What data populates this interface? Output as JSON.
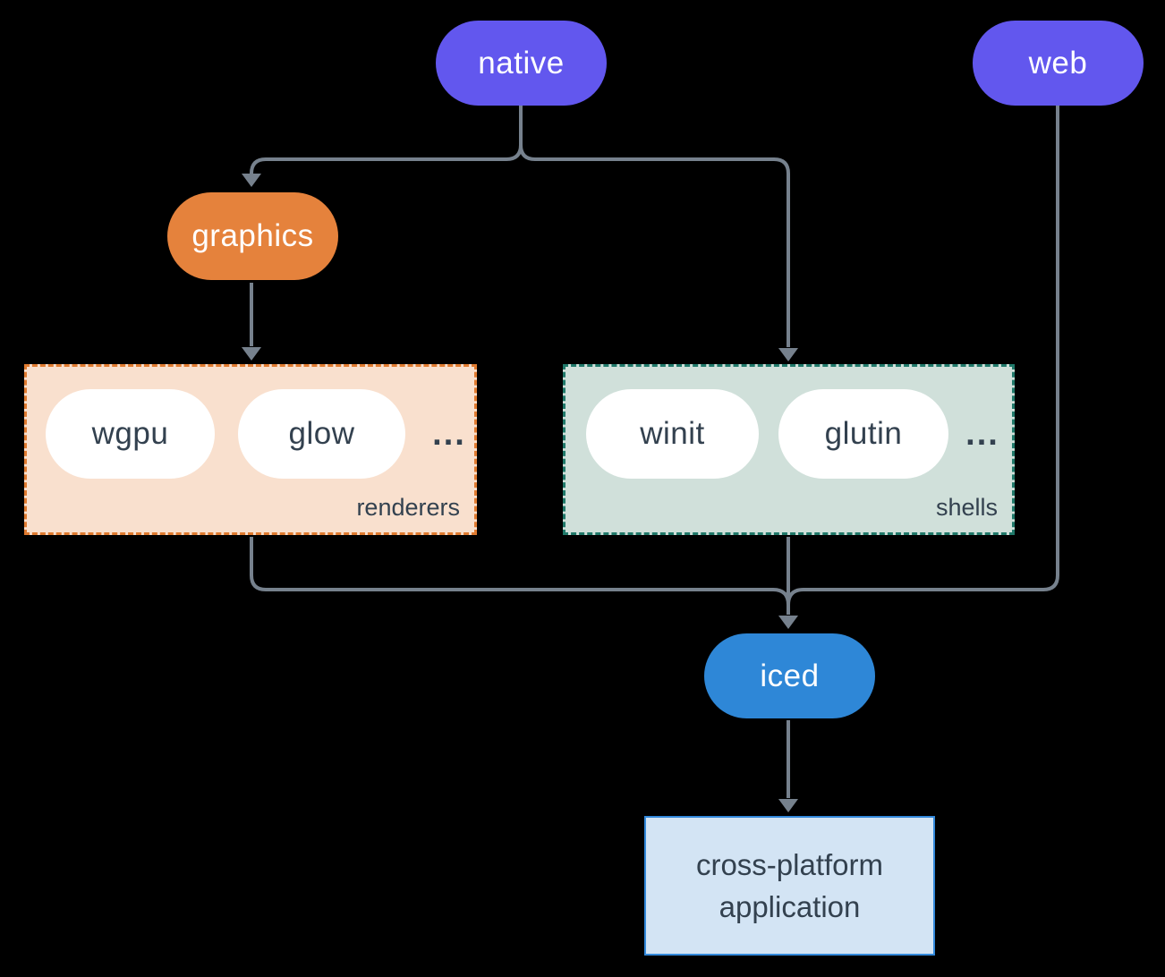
{
  "palette": {
    "background": "#000000",
    "node_purple": "#6257ee",
    "node_orange": "#e5823c",
    "node_blue": "#2e87d7",
    "inner_pill": "#ffffff",
    "renderers_bg": "#f9e0ce",
    "renderers_border": "#e07b30",
    "shells_bg": "#d0e0da",
    "shells_border": "#20796a",
    "application_bg": "#d3e4f4",
    "application_border": "#3389db",
    "edge_line": "#76818d",
    "text_dark": "#33414f",
    "text_light": "#ffffff"
  },
  "nodes": {
    "native": {
      "label": "native"
    },
    "web": {
      "label": "web"
    },
    "graphics": {
      "label": "graphics"
    },
    "iced": {
      "label": "iced"
    },
    "application": {
      "label": "cross-platform application"
    }
  },
  "groups": {
    "renderers": {
      "label": "renderers",
      "items": [
        "wgpu",
        "glow"
      ],
      "ellipsis": "..."
    },
    "shells": {
      "label": "shells",
      "items": [
        "winit",
        "glutin"
      ],
      "ellipsis": "..."
    }
  },
  "edges": [
    {
      "from": "native",
      "to": "graphics"
    },
    {
      "from": "native",
      "to": "shells"
    },
    {
      "from": "graphics",
      "to": "renderers"
    },
    {
      "from": "renderers",
      "to": "iced"
    },
    {
      "from": "shells",
      "to": "iced"
    },
    {
      "from": "web",
      "to": "iced"
    },
    {
      "from": "iced",
      "to": "application"
    }
  ]
}
